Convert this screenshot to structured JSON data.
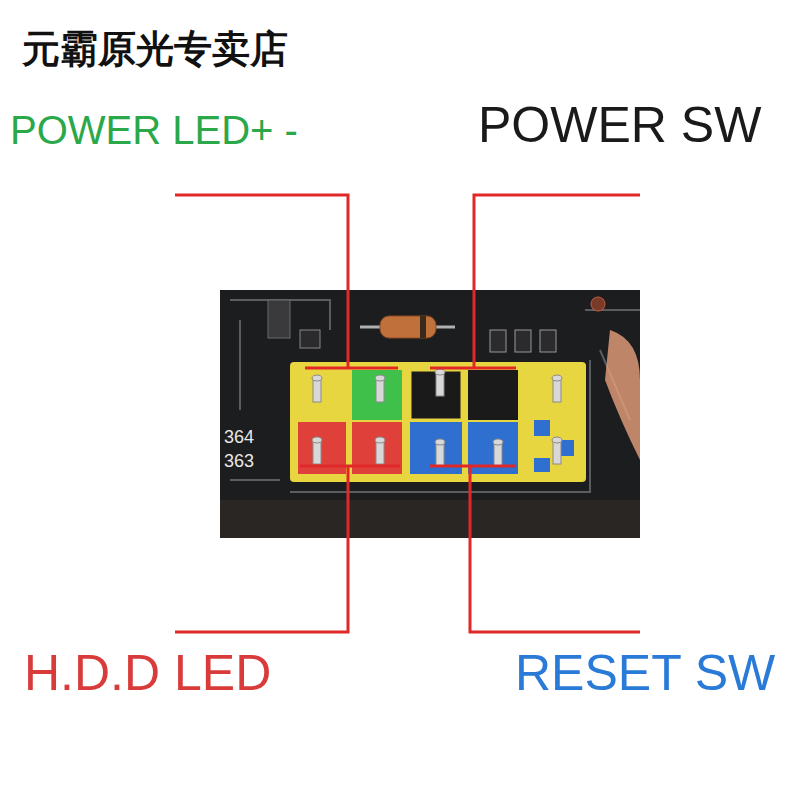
{
  "diagram": {
    "labels": [
      "元霸原光专卖店",
      "POWER LED+ -",
      "POWER SW",
      "H.D.D LED",
      "RESET SW",
      "364",
      "363"
    ]
  }
}
